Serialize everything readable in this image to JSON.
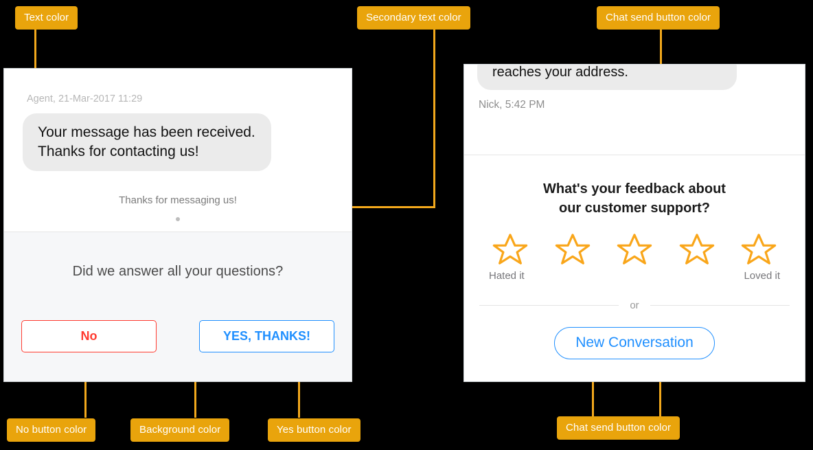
{
  "callouts": [
    {
      "id": "text-color",
      "label": "Text color"
    },
    {
      "id": "secondary-text-color",
      "label": "Secondary text color"
    },
    {
      "id": "chat-send-button-color-top",
      "label": "Chat send button color"
    },
    {
      "id": "no-button-color",
      "label": "No button color"
    },
    {
      "id": "background-color",
      "label": "Background color"
    },
    {
      "id": "yes-button-color",
      "label": "Yes button color"
    },
    {
      "id": "chat-send-button-color-bottom",
      "label": "Chat send button color"
    }
  ],
  "left_panel": {
    "message": {
      "meta": "Agent, 21-Mar-2017 11:29",
      "text": "Your message has been received. Thanks for contacting us!"
    },
    "system_note": "Thanks for messaging us!",
    "quick_reply": {
      "question": "Did we answer all your questions?",
      "no_label": "No",
      "yes_label": "YES, THANKS!"
    }
  },
  "right_panel": {
    "message": {
      "text": "reaches your address.",
      "meta": "Nick, 5:42 PM"
    },
    "rating": {
      "question_line1": "What's your feedback about",
      "question_line2": "our customer support?",
      "low_label": "Hated it",
      "high_label": "Loved it",
      "star_count": 5,
      "stars_filled": 0,
      "or_label": "or",
      "new_conversation_label": "New Conversation"
    }
  },
  "colors": {
    "callout_badge": "#E9A40C",
    "leader_line": "#F2A81C",
    "star": "#F9A61A",
    "no_button": "#FF3B30",
    "yes_button": "#1F8FFF",
    "background": "#F6F7F9",
    "text": "#4A4A4A",
    "secondary_text": "#7C7C7C"
  }
}
